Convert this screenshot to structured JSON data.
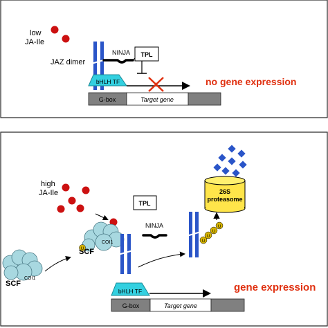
{
  "top_panel": {
    "low_label": "low",
    "ja_label": "JA-Ile",
    "jaz_dimer_label": "JAZ dimer",
    "ninja_label": "NINJA",
    "tpl_label": "TPL",
    "bhlh_label": "bHLH TF",
    "gbox_label": "G-box",
    "target_gene_label": "Target gene",
    "result_label": "no gene expression"
  },
  "bottom_panel": {
    "high_label": "high",
    "ja_label": "JA-Ile",
    "tpl_label": "TPL",
    "ninja_label": "NINJA",
    "proteasome_26s": "26S",
    "proteasome_word": "proteasome",
    "scf_label_1": "SCF",
    "coi1_label_1": "COI1",
    "scf_label_2": "SCF",
    "coi1_label_2": "COI1",
    "ubiquitin_label": "U",
    "bhlh_label": "bHLH TF",
    "gbox_label": "G-box",
    "target_gene_label": "Target gene",
    "result_label": "gene expression"
  },
  "colors": {
    "ja_red": "#cc1111",
    "jaz_blue": "#2a55c8",
    "tf_cyan": "#33d0e0",
    "promoter_gray": "#808080",
    "scf_cloud": "#a8d8e0",
    "proteasome_yellow": "#ffe54a",
    "ubiquitin_gold": "#d7b400",
    "fragment_blue": "#2a55c8",
    "result_red": "#e03010"
  }
}
